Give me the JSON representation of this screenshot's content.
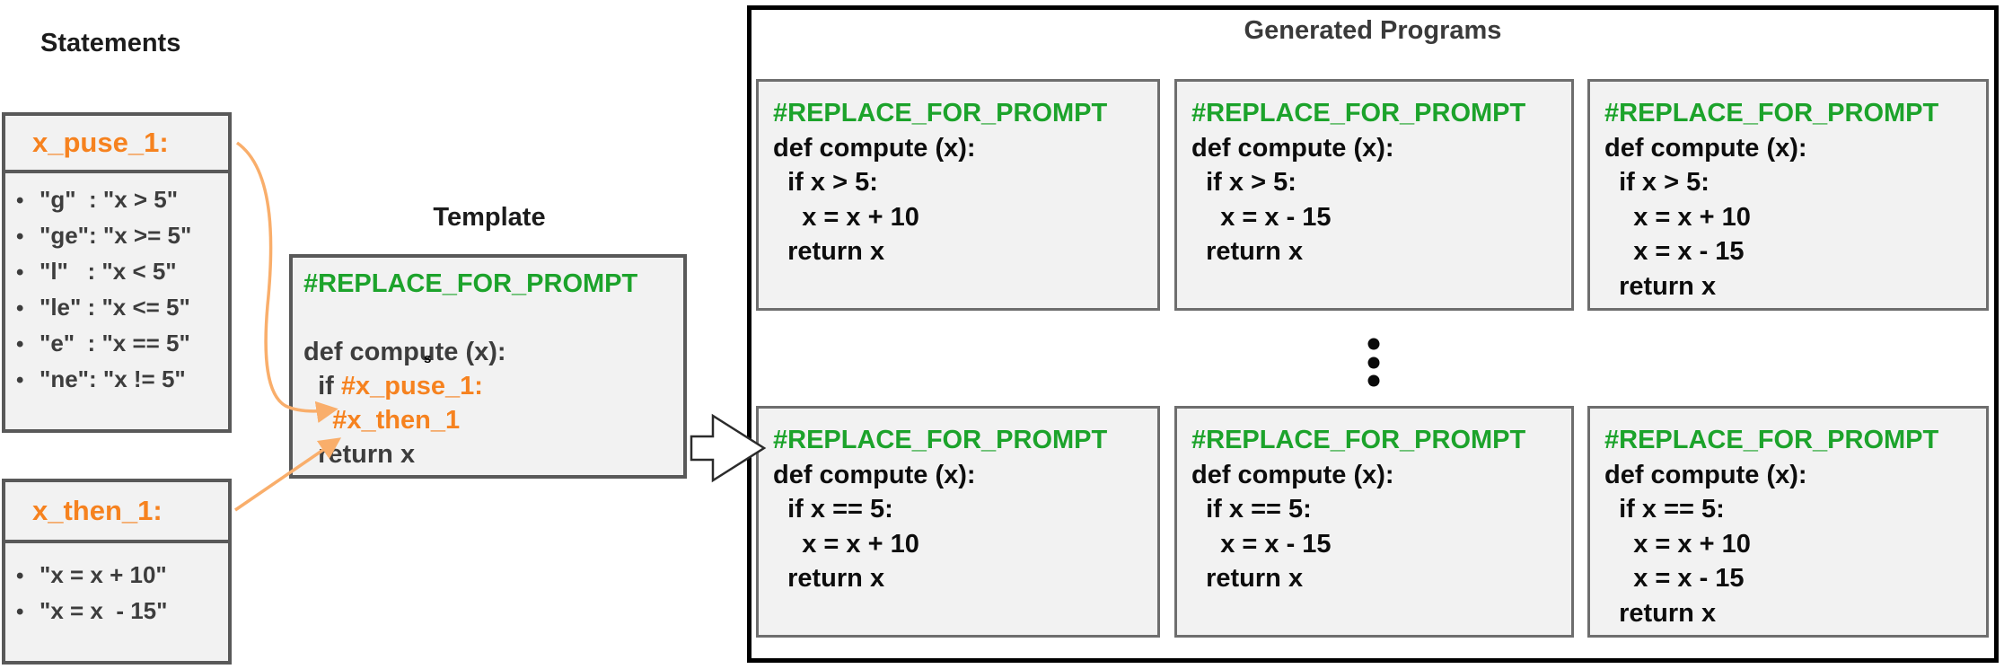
{
  "headings": {
    "statements": "Statements",
    "template": "Template",
    "generated": "Generated Programs"
  },
  "statement_boxes": [
    {
      "title": "x_puse_1:",
      "items": [
        "\"g\"  : \"x > 5\"",
        "\"ge\": \"x >= 5\"",
        "\"l\"   : \"x < 5\"",
        "\"le\" : \"x <= 5\"",
        "\"e\"  : \"x == 5\"",
        "\"ne\": \"x != 5\""
      ]
    },
    {
      "title": "x_then_1:",
      "items": [
        "\"x = x + 10\"",
        "\"x = x  - 15\""
      ]
    }
  ],
  "template_box": {
    "prompt_marker": "#REPLACE_FOR_PROMPT",
    "def_line": "def compute (x):",
    "if_prefix": "  if ",
    "if_token": "#x_puse_1:",
    "then_token": "    #x_then_1",
    "return_line": "  return x",
    "cursor_artifact": "s"
  },
  "programs": [
    {
      "marker": "#REPLACE_FOR_PROMPT",
      "lines": [
        "def compute (x):",
        "  if x > 5:",
        "    x = x + 10",
        "  return x"
      ]
    },
    {
      "marker": "#REPLACE_FOR_PROMPT",
      "lines": [
        "def compute (x):",
        "  if x > 5:",
        "    x = x - 15",
        "  return x"
      ]
    },
    {
      "marker": "#REPLACE_FOR_PROMPT",
      "lines": [
        "def compute (x):",
        "  if x > 5:",
        "    x = x + 10",
        "    x = x - 15",
        "  return x"
      ]
    },
    {
      "marker": "#REPLACE_FOR_PROMPT",
      "lines": [
        "def compute (x):",
        "  if x == 5:",
        "    x = x + 10",
        "  return x"
      ]
    },
    {
      "marker": "#REPLACE_FOR_PROMPT",
      "lines": [
        "def compute (x):",
        "  if x == 5:",
        "    x = x - 15",
        "  return x"
      ]
    },
    {
      "marker": "#REPLACE_FOR_PROMPT",
      "lines": [
        "def compute (x):",
        "  if x == 5:",
        "    x = x + 10",
        "    x = x - 15",
        "  return x"
      ]
    }
  ],
  "ellipsis": "vertical-dots",
  "colors": {
    "green": "#1ca32b",
    "orange": "#f6821f",
    "arrow_orange": "#f9ae6b",
    "box_border": "#595959",
    "panel_border": "#000000"
  }
}
